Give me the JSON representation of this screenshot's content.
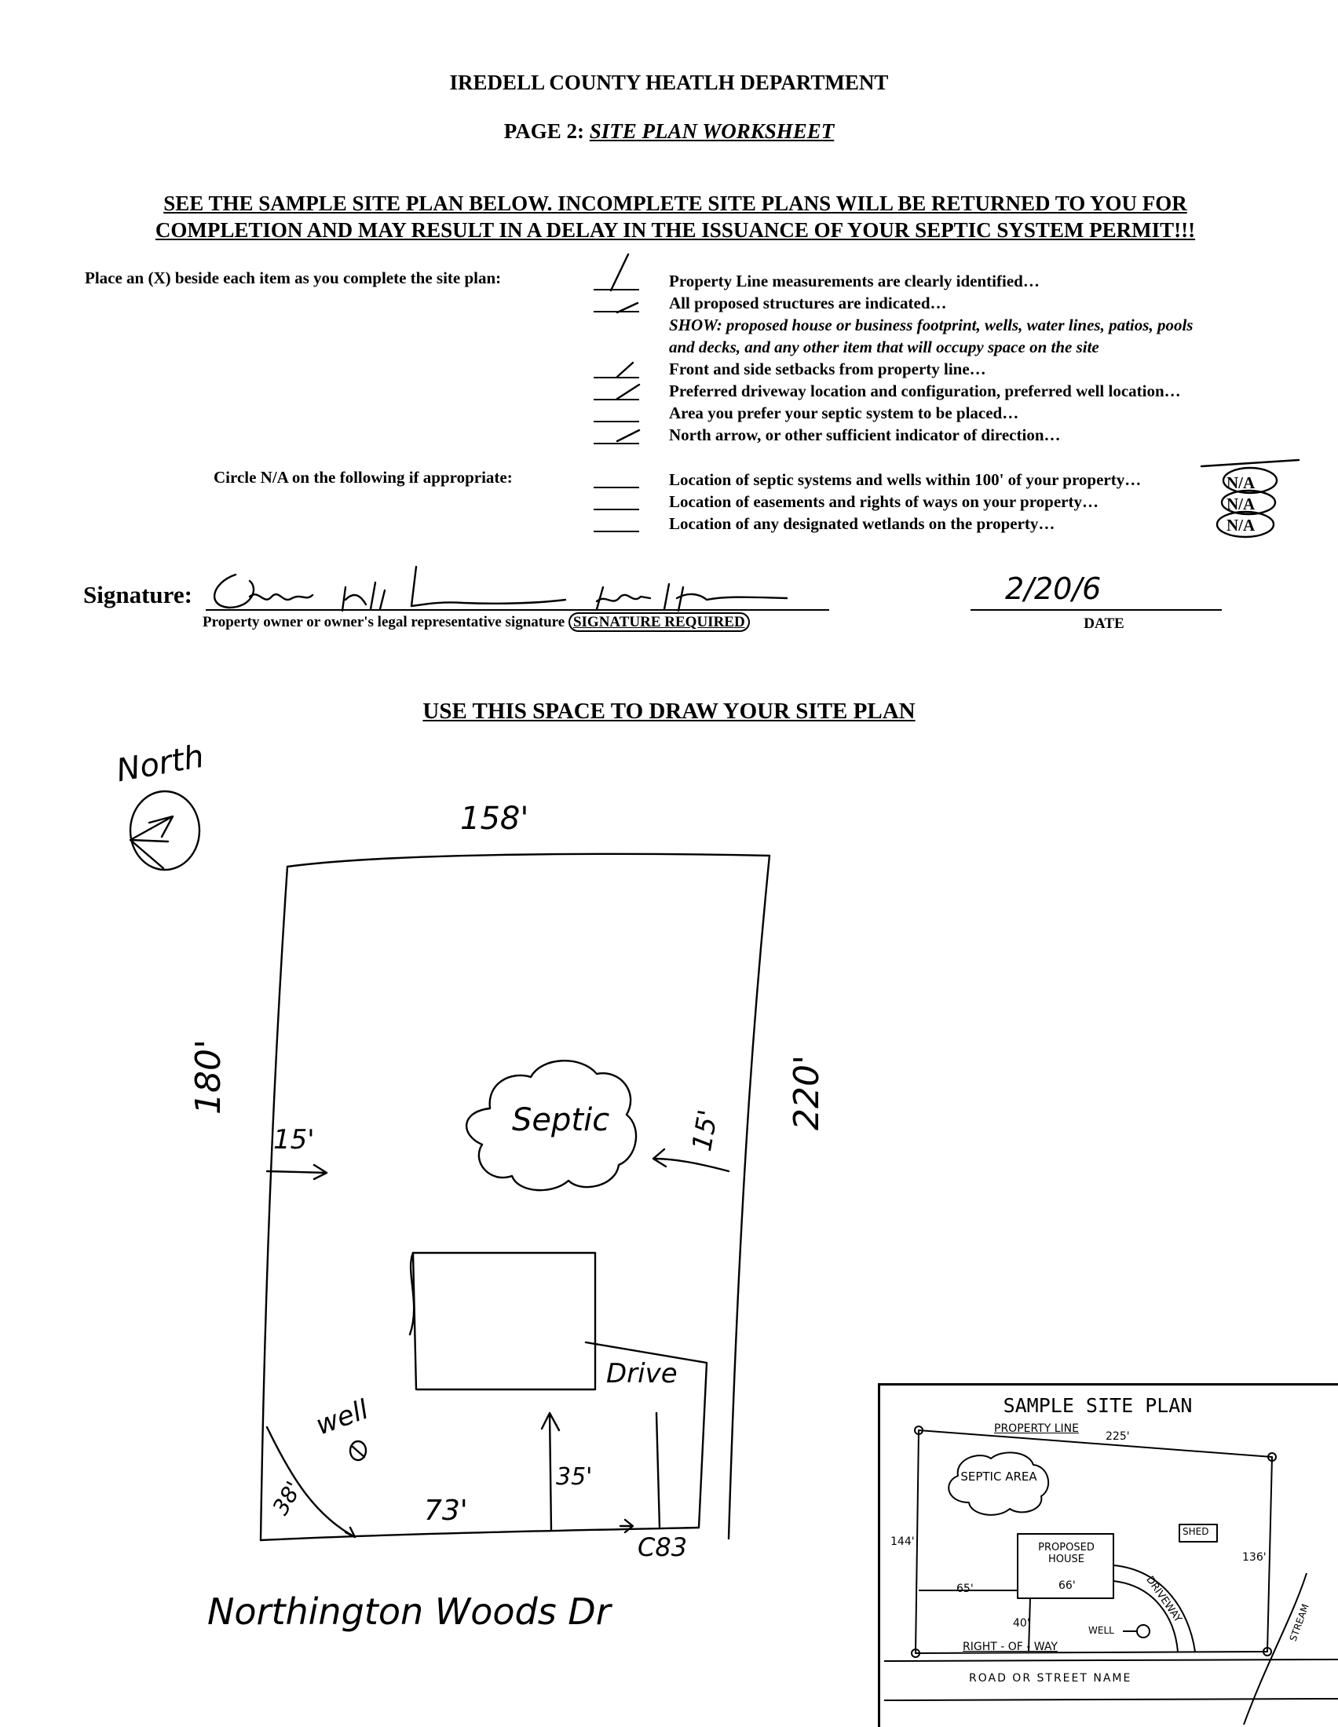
{
  "header": {
    "title": "IREDELL COUNTY HEATLH DEPARTMENT",
    "page_prefix": "PAGE 2:",
    "page_title": "SITE PLAN WORKSHEET"
  },
  "warning": {
    "line1": "SEE THE SAMPLE SITE PLAN BELOW.  INCOMPLETE SITE PLANS WILL BE RETURNED TO YOU FOR",
    "line2": "COMPLETION AND MAY RESULT IN A DELAY IN THE ISSUANCE OF YOUR SEPTIC SYSTEM PERMIT!!!"
  },
  "checklist": {
    "instruction": "Place an (X) beside each item as you complete the site plan:",
    "items": [
      "Property Line measurements are clearly identified…",
      "All proposed structures are indicated…",
      "SHOW: proposed house or business footprint, wells, water lines, patios, pools",
      "and decks, and any other item that will occupy space on the site",
      "Front and side setbacks from property line…",
      "Preferred driveway location and configuration, preferred well location…",
      "Area you prefer your septic system to be placed…",
      "North arrow, or other sufficient indicator of direction…"
    ]
  },
  "na_section": {
    "instruction": "Circle N/A on the following if appropriate:",
    "items": [
      "Location of septic systems and wells within 100' of your property…",
      "Location of easements and rights of ways on your property…",
      "Location of any designated wetlands on the property…"
    ],
    "na_label": "N/A"
  },
  "signature": {
    "label": "Signature:",
    "caption": "Property owner or owner's legal representative signature",
    "required": "SIGNATURE REQUIRED",
    "date_value": "2/20/6",
    "date_label": "DATE"
  },
  "drawing": {
    "heading": "USE THIS SPACE TO DRAW YOUR SITE PLAN",
    "north": "North",
    "top_dim": "158'",
    "left_dim": "180'",
    "right_dim": "220'",
    "left_setback": "15'",
    "right_setback": "15'",
    "septic": "Septic",
    "drive": "Drive",
    "well": "well",
    "corner_dim": "38'",
    "front_dim": "73'",
    "drive_dim": "35'",
    "lot": "C83",
    "street": "Northington Woods Dr"
  },
  "sample": {
    "title": "SAMPLE SITE PLAN",
    "property_line": "PROPERTY LINE",
    "top": "225'",
    "septic_area": "SEPTIC AREA",
    "left": "144'",
    "right": "136'",
    "house": "PROPOSED HOUSE",
    "house_width": "66'",
    "left_setback": "65'",
    "front_setback": "40'",
    "shed": "SHED",
    "driveway": "DRIVEWAY",
    "well": "WELL",
    "row": "RIGHT - OF - WAY",
    "road": "ROAD OR STREET NAME",
    "stream": "STREAM"
  }
}
